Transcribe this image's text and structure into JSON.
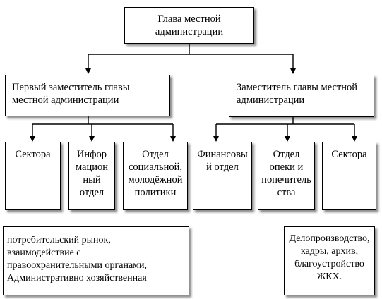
{
  "boxes": {
    "head": "Глава местной\nадминистрации",
    "first_deputy": "Первый заместитель главы\nместной администрации",
    "deputy": "Заместитель главы местной\nадминистрации",
    "sectors_left": "Сектора",
    "info_dept": "Инфор\nмацион\nный\nотдел",
    "social_dept": "Отдел\nсоциальной,\nмолодёжной\nполитики",
    "finance_dept": "Финансовы\nй отдел",
    "guardianship_dept": "Отдел\nопеки и\nпопечитель\nства",
    "sectors_right": "Сектора",
    "left_detail": "потребительский рынок,\nвзаимодействие с\nправоохранительными органами,\nАдминистративно хозяйственная",
    "right_detail": "Делопроизводство,\nкадры, архив,\nблагоустройство\nЖКХ."
  }
}
